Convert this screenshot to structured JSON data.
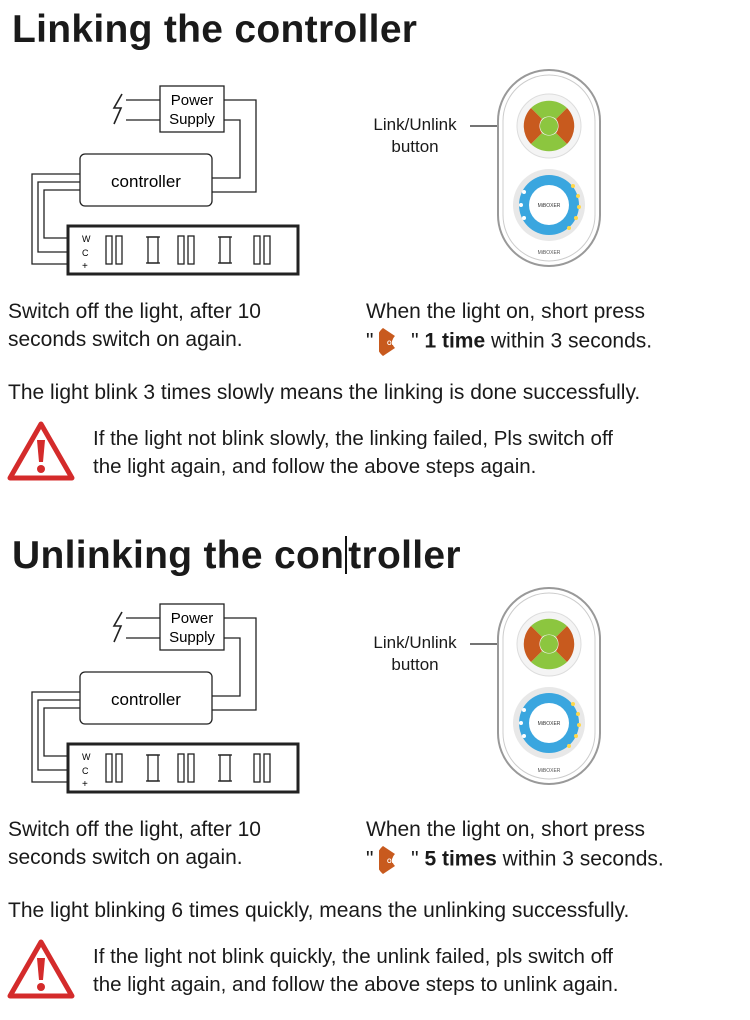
{
  "section1": {
    "title": "Linking the controller",
    "diagram": {
      "power_supply_line1": "Power",
      "power_supply_line2": "Supply",
      "controller_label": "controller",
      "pin_w": "W",
      "pin_c": "C",
      "pin_plus": "+"
    },
    "remote_callout_line1": "Link/Unlink",
    "remote_callout_line2": "button",
    "remote_brand": "MiBOXER",
    "left_instruction_line1": "Switch off the light, after 10",
    "left_instruction_line2": "seconds switch on again.",
    "right_instruction_line1": "When the light on, short press",
    "quote_open": "\"",
    "quote_close": "\"",
    "on_button_label": "ON",
    "press_count": "1 time",
    "press_suffix": " within 3 seconds.",
    "result_text": "The light blink 3 times slowly means the linking is done successfully.",
    "warning_line1": "If the light not blink slowly, the linking failed, Pls switch off",
    "warning_line2": "the light again, and follow the above steps again."
  },
  "section2": {
    "title_part1": "Unlinking the con",
    "title_part2": "troller",
    "diagram": {
      "power_supply_line1": "Power",
      "power_supply_line2": "Supply",
      "controller_label": "controller",
      "pin_w": "W",
      "pin_c": "C",
      "pin_plus": "+"
    },
    "remote_callout_line1": "Link/Unlink",
    "remote_callout_line2": "button",
    "remote_brand": "MiBOXER",
    "left_instruction_line1": "Switch off the light, after 10",
    "left_instruction_line2": "seconds switch on again.",
    "right_instruction_line1": "When the light on, short press",
    "quote_open": "\"",
    "quote_close": "\"",
    "on_button_label": "ON",
    "press_count": "5 times",
    "press_suffix": " within 3 seconds.",
    "result_text": "The light blinking 6 times quickly, means the unlinking successfully.",
    "warning_line1": "If the light not blink quickly, the unlink failed, pls switch off",
    "warning_line2": "the light again, and follow the above steps to unlink again."
  },
  "colors": {
    "warning_red": "#d42b2b",
    "button_orange": "#c85a1e",
    "button_green": "#8cc63f",
    "dial_blue": "#3aa6df"
  }
}
